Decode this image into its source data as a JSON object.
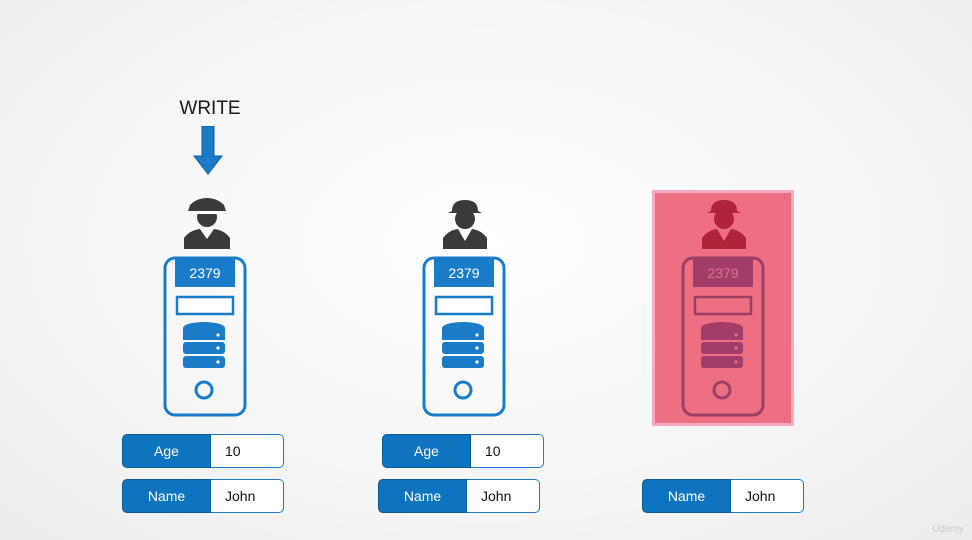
{
  "write": {
    "label": "WRITE",
    "arrow_icon": "down-arrow-icon"
  },
  "nodes": [
    {
      "port": "2379",
      "avatar_icon": "officer-icon",
      "state": "normal",
      "fields": [
        {
          "key": "Age",
          "value": "10"
        },
        {
          "key": "Name",
          "value": "John"
        }
      ]
    },
    {
      "port": "2379",
      "avatar_icon": "hardhat-worker-icon",
      "state": "normal",
      "fields": [
        {
          "key": "Age",
          "value": "10"
        },
        {
          "key": "Name",
          "value": "John"
        }
      ]
    },
    {
      "port": "2379",
      "avatar_icon": "hardhat-worker-icon",
      "state": "failed",
      "fields": [
        {
          "key": "Name",
          "value": "John"
        }
      ]
    }
  ],
  "colors": {
    "accent": "#0f74c0",
    "failed_highlight": "#ee6f82",
    "failed_border": "#f6a9c4",
    "dark_icon": "#3a3a3a"
  },
  "watermark": "Udemy"
}
